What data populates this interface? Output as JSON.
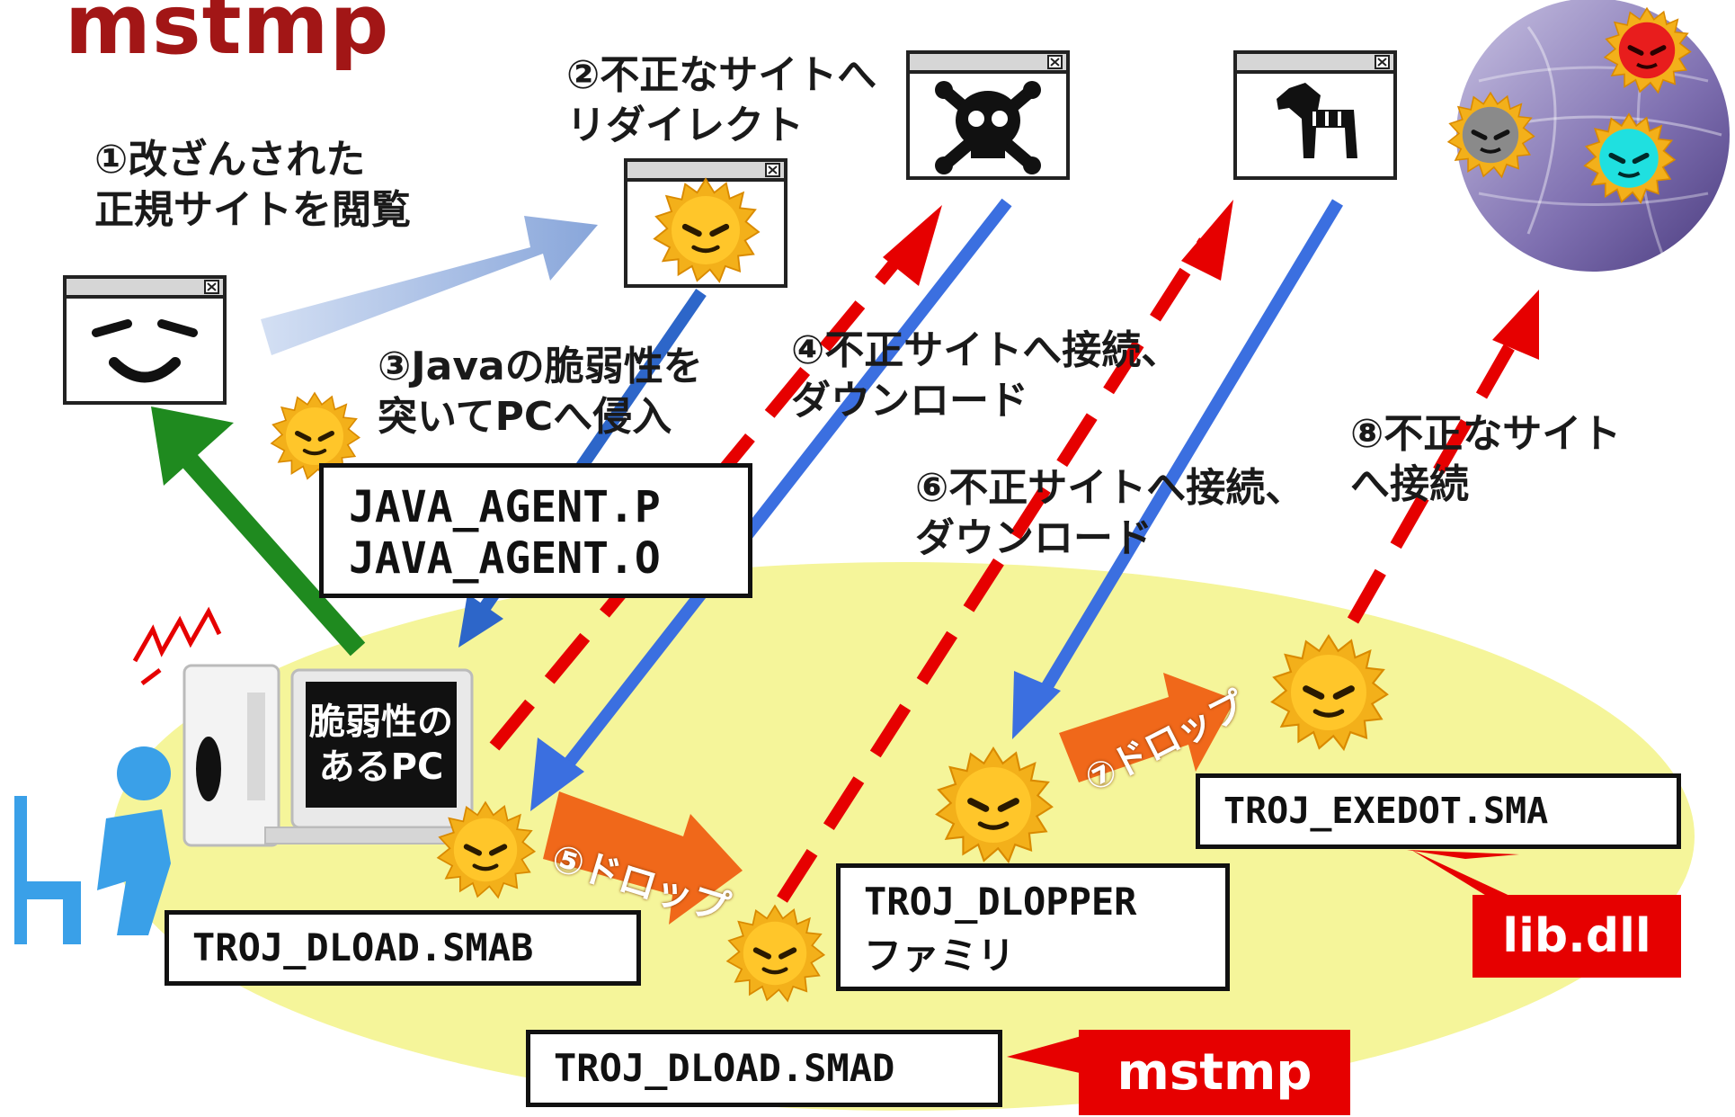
{
  "title": "mstmp",
  "steps": {
    "s1": "①改ざんされた\n正規サイトを閲覧",
    "s2": "②不正なサイトへ\nリダイレクト",
    "s3": "③Javaの脆弱性を\n突いてPCへ侵入",
    "s4": "④不正サイトへ接続、\nダウンロード",
    "s6": "⑥不正サイトへ接続、\nダウンロード",
    "s8": "⑧不正なサイト\nへ接続"
  },
  "drops": {
    "d5": "⑤ドロップ",
    "d7": "⑦ドロップ"
  },
  "pc_label": "脆弱性の\nあるPC",
  "labels": {
    "java_agent": "JAVA_AGENT.P\nJAVA_AGENT.O",
    "troj_dload_smab": "TROJ_DLOAD.SMAB",
    "troj_dlopper": "TROJ_DLOPPER\nファミリ",
    "troj_exedot": "TROJ_EXEDOT.SMA",
    "troj_dload_smad": "TROJ_DLOAD.SMAD"
  },
  "tags": {
    "lib_dll": "lib.dll",
    "mstmp": "mstmp"
  },
  "icons": {
    "tampered_site": "devil-face-icon",
    "redirect_site": "malware-face-icon",
    "malicious_site": "skull-crossbones-icon",
    "trojan_site": "trojan-horse-icon",
    "internet": "globe-icon",
    "user": "user-at-pc-icon",
    "malware": "malware-virus-icon"
  },
  "colors": {
    "title": "#a21616",
    "red_arrow": "#e60000",
    "blue_arrow": "#3b6fe0",
    "green_arrow": "#1f8a1f",
    "orange_arrow": "#f0681a",
    "zone": "#f5f59a",
    "virus": "#f3b01a",
    "tag": "#e60000"
  }
}
